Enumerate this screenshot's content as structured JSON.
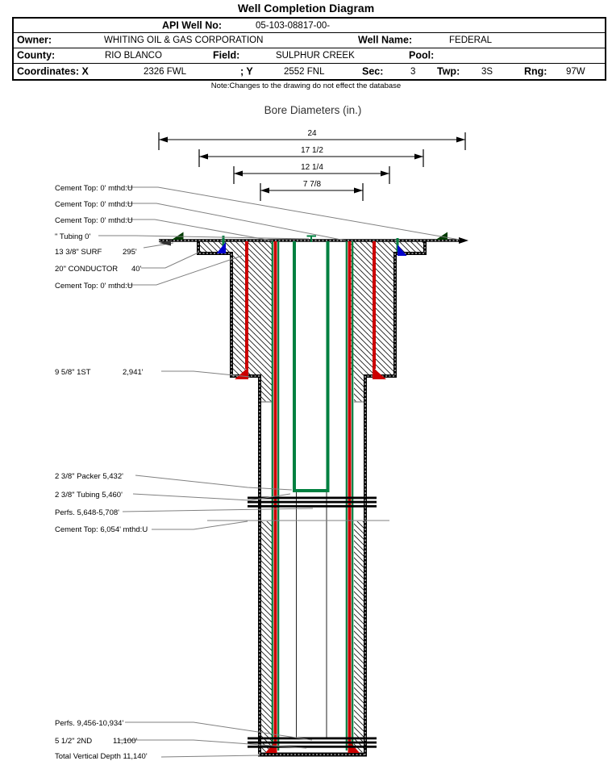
{
  "page": {
    "title": "Well Completion Diagram",
    "note": "Note:Changes to the drawing do not effect the database"
  },
  "header": {
    "api_label": "API Well No:",
    "api_value": "05-103-08817-00-",
    "owner_label": "Owner:",
    "owner_value": "WHITING OIL & GAS CORPORATION",
    "well_name_label": "Well Name:",
    "well_name_value": "FEDERAL",
    "county_label": "County:",
    "county_value": "RIO BLANCO",
    "field_label": "Field:",
    "field_value": "SULPHUR CREEK",
    "pool_label": "Pool:",
    "pool_value": "",
    "coordinates_label": "Coordinates: X",
    "x_value": "2326 FWL",
    "y_label": "; Y",
    "y_value": "2552 FNL",
    "sec_label": "Sec:",
    "sec_value": "3",
    "twp_label": "Twp:",
    "twp_value": "3S",
    "rng_label": "Rng:",
    "rng_value": "97W"
  },
  "diagram": {
    "bore_title": "Bore Diameters (in.)",
    "dims": [
      {
        "label": "24"
      },
      {
        "label": "17 1/2"
      },
      {
        "label": "12 1/4"
      },
      {
        "label": "7 7/8"
      }
    ],
    "labels": [
      {
        "text": "Cement Top: 0' mthd:U"
      },
      {
        "text": "Cement Top: 0' mthd:U"
      },
      {
        "text": "Cement Top: 0' mthd:U"
      },
      {
        "text": "\" Tubing 0'"
      },
      {
        "text": "13 3/8\" SURF",
        "depth": "295'"
      },
      {
        "text": "20\" CONDUCTOR",
        "depth": "40'"
      },
      {
        "text": "Cement Top: 0' mthd:U"
      },
      {
        "text": "9 5/8\" 1ST",
        "depth": "2,941'"
      },
      {
        "text": "2 3/8\" Packer 5,432'"
      },
      {
        "text": "2 3/8\" Tubing 5,460'"
      },
      {
        "text": "Perfs. 5,648-5,708'"
      },
      {
        "text": "Cement Top: 6,054' mthd:U"
      },
      {
        "text": "Perfs. 9,456-10,934'"
      },
      {
        "text": "5 1/2\" 2ND",
        "depth": "11,100'"
      },
      {
        "text": "Total Vertical Depth 11,140'"
      }
    ],
    "colors": {
      "casing_red": "#cc0000",
      "tubing_green": "#008040",
      "shoe_blue": "#0000cc",
      "marker_dark_green": "#003b00",
      "leader_gray": "#808080"
    }
  }
}
